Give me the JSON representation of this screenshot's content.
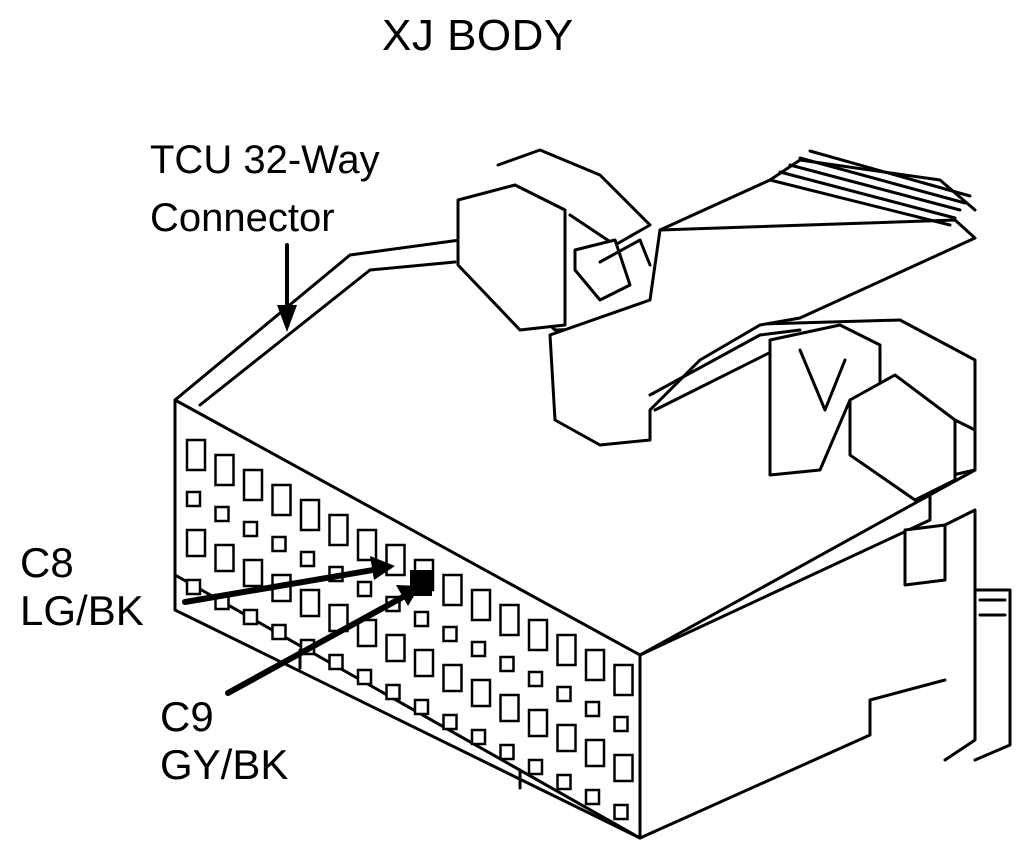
{
  "diagram": {
    "title": "XJ BODY",
    "connector_label": [
      "TCU 32-Way",
      "Connector"
    ],
    "callouts": [
      {
        "cavity": "C8",
        "wire_color": "LG/BK"
      },
      {
        "cavity": "C9",
        "wire_color": "GY/BK"
      }
    ]
  }
}
